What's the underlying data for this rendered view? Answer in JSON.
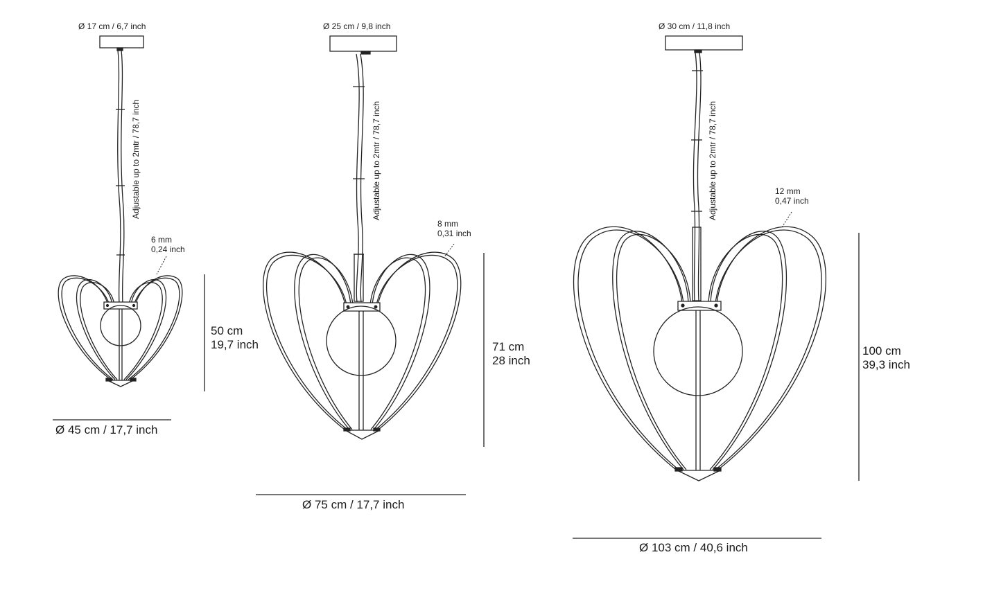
{
  "lamps": [
    {
      "canopy_label": "Ø 17 cm / 6,7 inch",
      "cable_label": "Adjustable up to 2mtr / 78,7 inch",
      "tube_label_1": "6 mm",
      "tube_label_2": "0,24 inch",
      "height_label_1": "50 cm",
      "height_label_2": "19,7 inch",
      "width_label": "Ø 45 cm / 17,7 inch"
    },
    {
      "canopy_label": "Ø 25 cm / 9,8 inch",
      "cable_label": "Adjustable up to 2mtr / 78,7 inch",
      "tube_label_1": "8 mm",
      "tube_label_2": "0,31 inch",
      "height_label_1": "71 cm",
      "height_label_2": "28 inch",
      "width_label": "Ø 75 cm / 17,7 inch"
    },
    {
      "canopy_label": "Ø 30 cm / 11,8 inch",
      "cable_label": "Adjustable up to 2mtr / 78,7 inch",
      "tube_label_1": "12 mm",
      "tube_label_2": "0,47 inch",
      "height_label_1": "100 cm",
      "height_label_2": "39,3 inch",
      "width_label": "Ø 103 cm / 40,6 inch"
    }
  ],
  "colors": {
    "line": "#222222",
    "text": "#1a1a1a",
    "background": "#ffffff"
  }
}
